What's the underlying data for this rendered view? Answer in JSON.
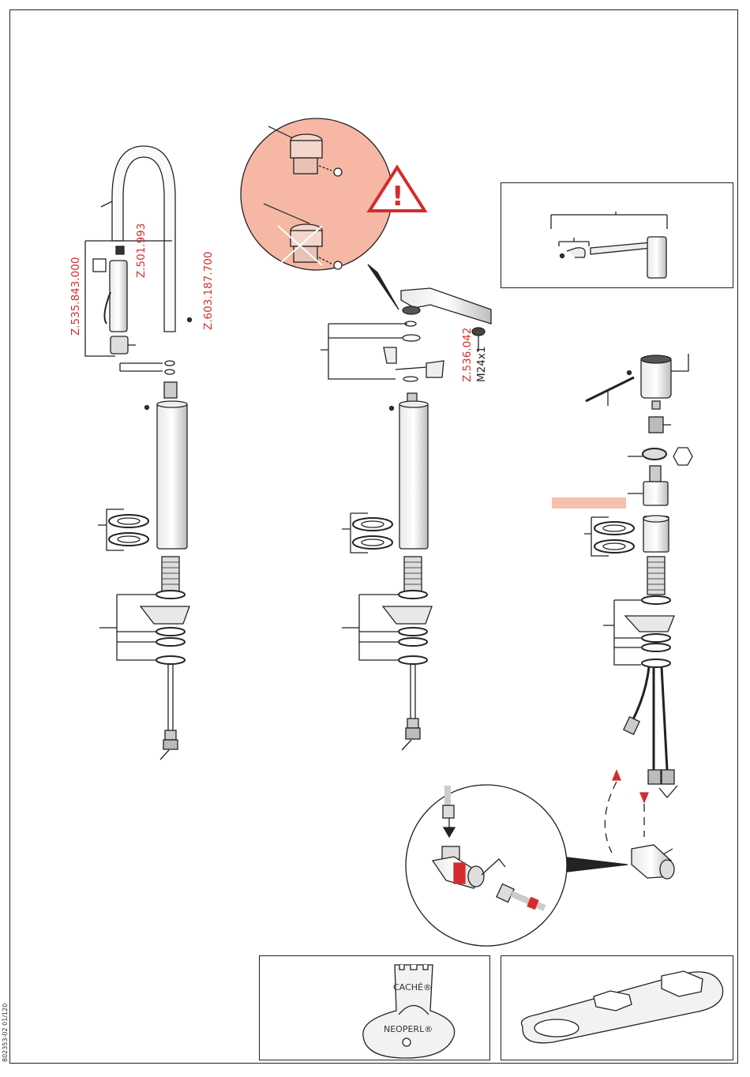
{
  "part_numbers": {
    "spout_assembly": "Z.535.843.000",
    "spout_nozzle": "Z.501.993",
    "grub_screw": "Z.603.187.700",
    "aerator": "Z.536.042",
    "thread": "M24x1"
  },
  "tools": {
    "aerator_key_brand_top": "CACHÉ®",
    "aerator_key_brand_bottom": "NEOPERL®"
  },
  "document_id": "802353-02 01/120",
  "colors": {
    "accent_red": "#d42c2c",
    "zoom_fill": "#f6b8a4",
    "highlight_bar": "#f7c0ad"
  }
}
